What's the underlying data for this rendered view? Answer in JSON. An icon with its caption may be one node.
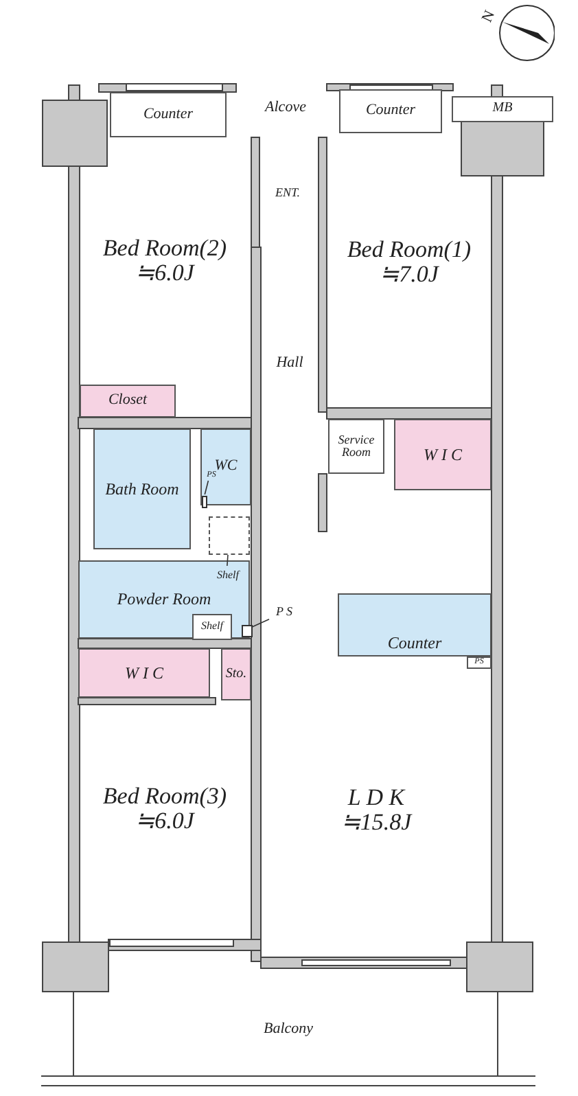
{
  "diagram": {
    "nodes": [
      {
        "text": [
          "Bed Room(2)",
          "≒6.0J"
        ]
      },
      {
        "text": [
          "Counter"
        ],
        "in": 0
      },
      {
        "text": [
          "Alcove"
        ]
      },
      {
        "text": [
          "Bed Room(1)",
          "≒7.0J"
        ]
      },
      {
        "text": [
          "Counter"
        ],
        "in": 3
      },
      {
        "text": [
          "MB"
        ]
      },
      {
        "text": [
          "ENT."
        ]
      },
      {
        "text": [
          "Hall"
        ]
      },
      {
        "text": [
          "Closet"
        ]
      },
      {
        "text": [
          "WC"
        ]
      },
      {
        "text": [
          "PS"
        ],
        "in": 9
      },
      {
        "text": [],
        "shape": "box",
        "in": 9
      },
      {
        "text": [
          "Service Room"
        ]
      },
      {
        "text": [
          "W I C"
        ]
      },
      {
        "text": [
          "Bath Room"
        ]
      },
      {
        "text": [],
        "shape": "box"
      },
      {
        "text": [
          "Powder Room"
        ]
      },
      {
        "text": [
          "Shelf"
        ],
        "in": 16
      },
      {
        "text": [
          "Shelf"
        ],
        "in": 16
      },
      {
        "text": [
          "P S"
        ]
      },
      {
        "text": [],
        "shape": "box",
        "in": 16
      },
      {
        "text": [
          "L D K",
          "≒15.8J"
        ]
      },
      {
        "text": [
          "Counter"
        ],
        "in": 21
      },
      {
        "text": [
          "PS"
        ],
        "in": 21
      },
      {
        "text": [
          "W I C"
        ]
      },
      {
        "text": [
          "Sto."
        ]
      },
      {
        "text": [
          "Bed Room(3)",
          "≒6.0J"
        ]
      },
      {
        "text": [
          "Balcony"
        ]
      }
    ],
    "edges": [
      {
        "from": 10,
        "to": 11,
        "arrow": "none"
      },
      {
        "from": 17,
        "to": 15,
        "arrow": "none"
      },
      {
        "from": 19,
        "to": 20,
        "arrow": "none"
      }
    ],
    "labels": [
      "N"
    ]
  }
}
